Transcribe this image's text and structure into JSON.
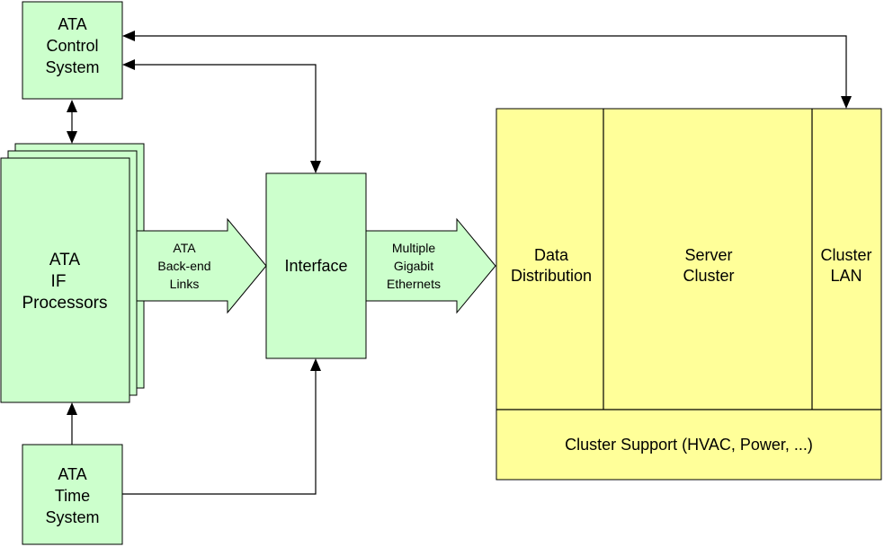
{
  "nodes": {
    "control_system": {
      "lines": [
        "ATA",
        "Control",
        "System"
      ]
    },
    "if_processors": {
      "lines": [
        "ATA",
        "IF",
        "Processors"
      ]
    },
    "time_system": {
      "lines": [
        "ATA",
        "Time",
        "System"
      ]
    },
    "interface": {
      "label": "Interface"
    },
    "data_distribution": {
      "lines": [
        "Data",
        "Distribution"
      ]
    },
    "server_cluster": {
      "lines": [
        "Server",
        "Cluster"
      ]
    },
    "cluster_lan": {
      "lines": [
        "Cluster",
        "LAN"
      ]
    },
    "cluster_support": {
      "label": "Cluster Support (HVAC, Power, ...)"
    }
  },
  "arrows": {
    "back_end_links": {
      "lines": [
        "ATA",
        "Back-end",
        "Links"
      ]
    },
    "gigabit_ethernets": {
      "lines": [
        "Multiple",
        "Gigabit",
        "Ethernets"
      ]
    }
  },
  "colors": {
    "green_box": "#ccffcc",
    "yellow_box": "#ffff99",
    "line": "#000000"
  }
}
